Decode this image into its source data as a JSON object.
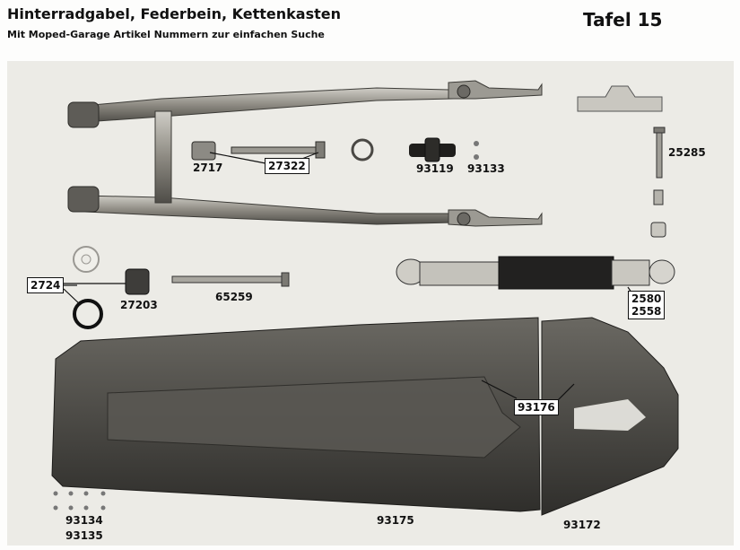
{
  "header": {
    "title": "Hinterradgabel, Federbein, Kettenkasten",
    "subtitle": "Mit Moped-Garage Artikel Nummern zur einfachen Suche",
    "plate": "Tafel 15"
  },
  "parts": {
    "p2717": "2717",
    "p27322": "27322",
    "p93119": "93119",
    "p93133": "93133",
    "p25285": "25285",
    "p2724": "2724",
    "p27203": "27203",
    "p65259": "65259",
    "p2580": "2580",
    "p2558": "2558",
    "p93176": "93176",
    "p93134": "93134",
    "p93135": "93135",
    "p93175": "93175",
    "p93172": "93172"
  }
}
